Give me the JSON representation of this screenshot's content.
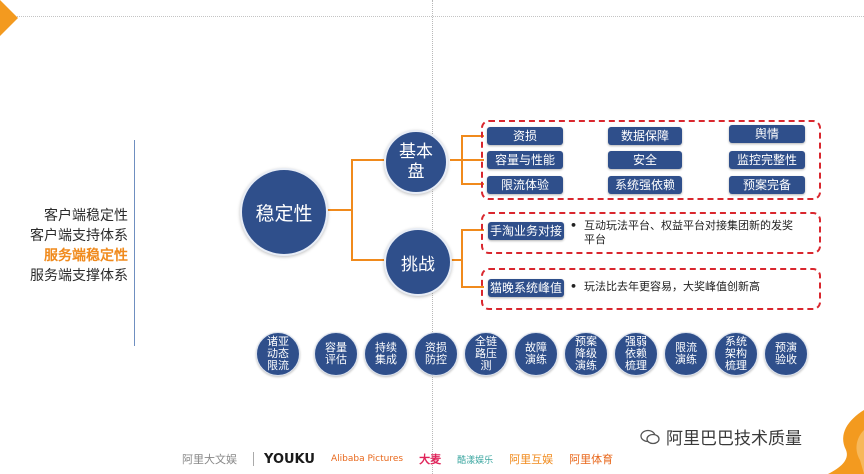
{
  "left_list": [
    "客户端稳定性",
    "客户端支持体系",
    "服务端稳定性",
    "服务端支撑体系"
  ],
  "center": {
    "main": "稳定性",
    "basic": "基本盘",
    "challenge": "挑战"
  },
  "basic_items": [
    "资损",
    "数据保障",
    "舆情",
    "容量与性能",
    "安全",
    "监控完整性",
    "限流体验",
    "系统强依赖",
    "预案完备"
  ],
  "challenges": [
    {
      "tag": "手淘业务对接",
      "bullet": "互动玩法平台、权益平台对接集团新的发奖平台"
    },
    {
      "tag": "猫晚系统峰值",
      "bullet": "玩法比去年更容易，大奖峰值创新高"
    }
  ],
  "bottom_circles": [
    "诸亚动态限流",
    "容量评估",
    "持续集成",
    "资损防控",
    "全链路压测",
    "故障演练",
    "预案降级演练",
    "强弱依赖梳理",
    "限流演练",
    "系统架构梳理",
    "预演验收"
  ],
  "footer_logos": [
    "阿里大文娱",
    "YOUKU",
    "Alibaba Pictures",
    "大麦",
    "酷漾娱乐",
    "阿里互娱",
    "阿里体育"
  ],
  "watermark": "阿里巴巴技术质量",
  "colors": {
    "primary": "#2f4f8b",
    "accent": "#f08a1c",
    "dash": "#d9272e",
    "line": "#f08a1c"
  }
}
